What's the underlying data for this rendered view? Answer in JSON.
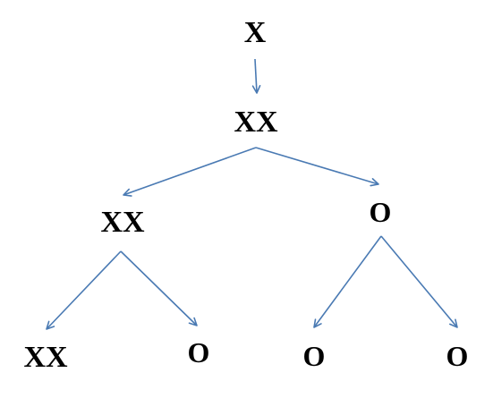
{
  "colors": {
    "edge": "#4a7ab3",
    "label": "#000000",
    "background": "#ffffff"
  },
  "nodes": [
    {
      "id": "root",
      "label": "X"
    },
    {
      "id": "level1",
      "label": "XX"
    },
    {
      "id": "level2-left",
      "label": "XX"
    },
    {
      "id": "level2-right",
      "label": "O"
    },
    {
      "id": "leaf-1",
      "label": "XX"
    },
    {
      "id": "leaf-2",
      "label": "O"
    },
    {
      "id": "leaf-3",
      "label": "O"
    },
    {
      "id": "leaf-4",
      "label": "O"
    }
  ],
  "edges": [
    {
      "from": "root",
      "to": "level1"
    },
    {
      "from": "level1",
      "to": "level2-left"
    },
    {
      "from": "level1",
      "to": "level2-right"
    },
    {
      "from": "level2-left",
      "to": "leaf-1"
    },
    {
      "from": "level2-left",
      "to": "leaf-2"
    },
    {
      "from": "level2-right",
      "to": "leaf-3"
    },
    {
      "from": "level2-right",
      "to": "leaf-4"
    }
  ]
}
